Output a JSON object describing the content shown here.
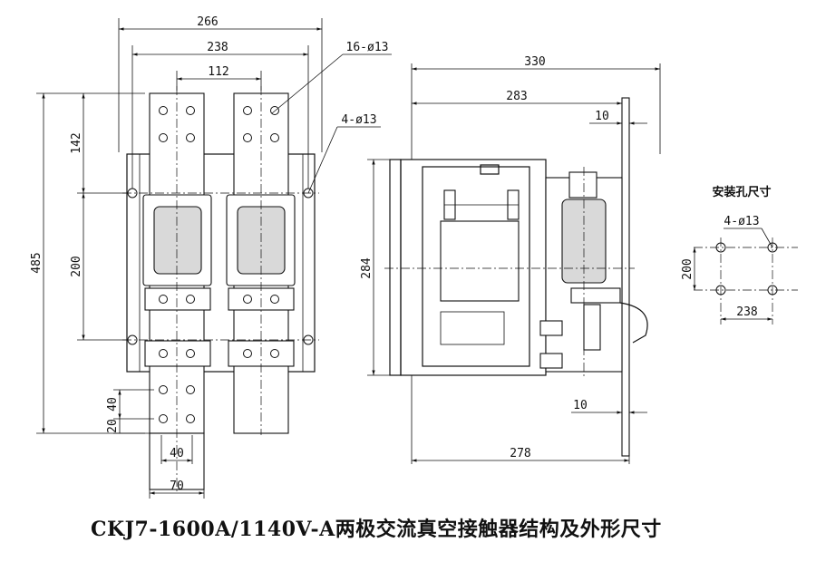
{
  "caption": "CKJ7-1600A/1140V-A两极交流真空接触器结构及外形尺寸",
  "front_view": {
    "dims": {
      "overall_width": "266",
      "hole_spacing_width": "238",
      "pole_spacing": "112",
      "overall_height": "485",
      "top_offset": "142",
      "hole_spacing_height": "200",
      "terminal_pitch": "40",
      "terminal_end": "20",
      "terminal_width_inner": "40",
      "terminal_width": "70"
    },
    "callouts": {
      "terminal_holes": "16-ø13",
      "mount_holes": "4-ø13"
    }
  },
  "side_view": {
    "dims": {
      "overall_depth": "330",
      "body_depth": "283",
      "bracket_thickness_top": "10",
      "height": "284",
      "bracket_thickness_bottom": "10",
      "bottom_depth": "278"
    }
  },
  "mounting_pattern": {
    "title": "安装孔尺寸",
    "holes": "4-ø13",
    "height": "200",
    "width": "238"
  }
}
